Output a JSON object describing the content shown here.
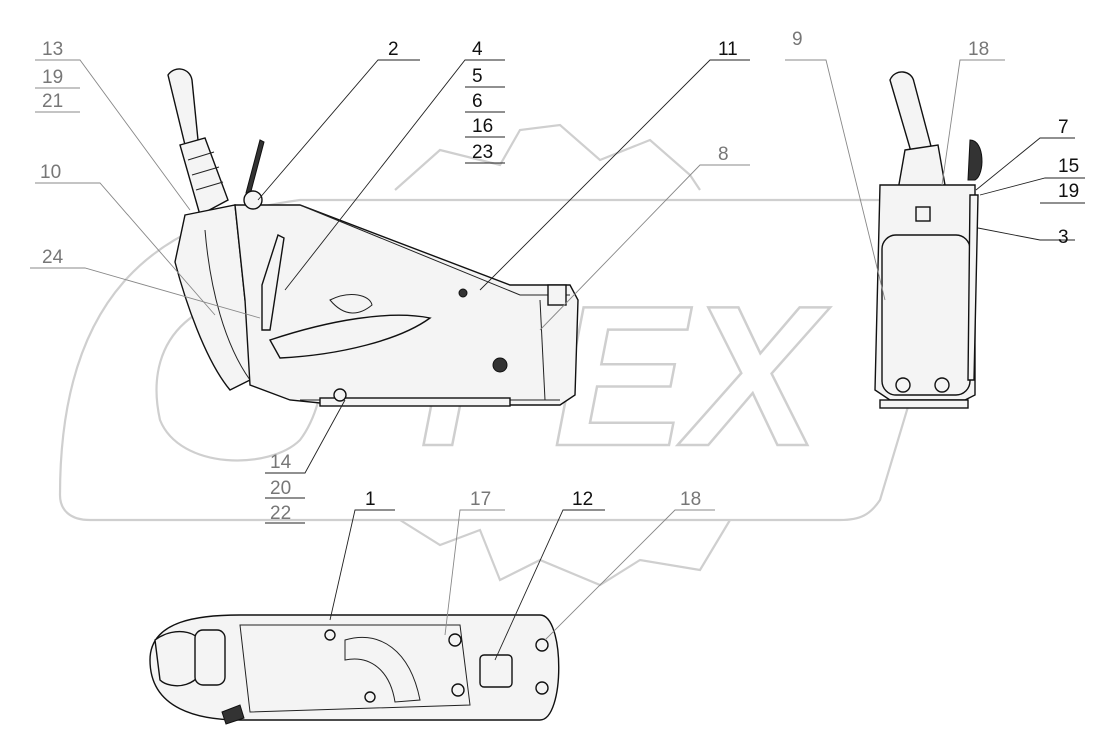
{
  "callouts": {
    "c13": "13",
    "c19a": "19",
    "c21": "21",
    "c2": "2",
    "c4": "4",
    "c5": "5",
    "c6": "6",
    "c16": "16",
    "c23": "23",
    "c11": "11",
    "c10": "10",
    "c8": "8",
    "c24": "24",
    "c14": "14",
    "c20": "20",
    "c22": "22",
    "c9": "9",
    "c18a": "18",
    "c7": "7",
    "c15": "15",
    "c19b": "19",
    "c3": "3",
    "c1": "1",
    "c17": "17",
    "c12": "12",
    "c18b": "18"
  },
  "watermark": {
    "text": "PEX",
    "color": "#cfcfcf"
  },
  "icons": {
    "main_view": "joystick-armrest-side-view",
    "front_view": "joystick-armrest-front-view",
    "top_view": "joystick-armrest-top-view"
  }
}
